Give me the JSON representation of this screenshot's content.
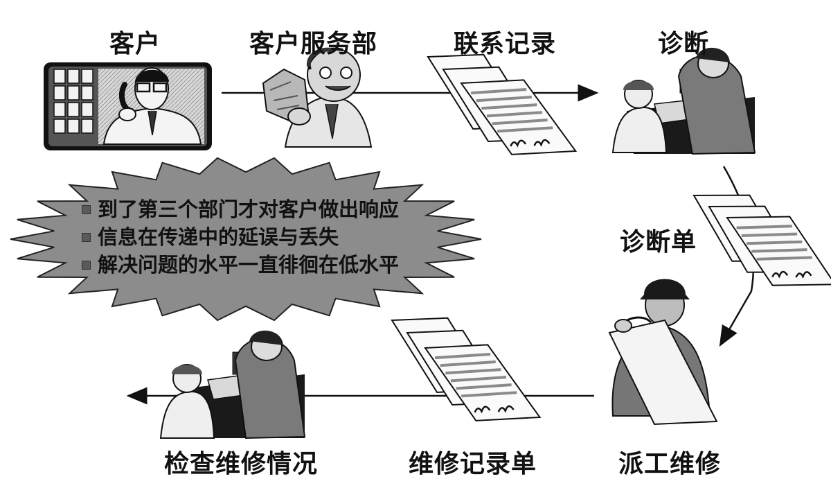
{
  "labels": {
    "customer": "客户",
    "service_dept": "客户服务部",
    "contact_record": "联系记录",
    "diagnosis": "诊断",
    "diagnosis_sheet": "诊断单",
    "dispatch_repair": "派工维修",
    "repair_record_sheet": "维修记录单",
    "check_repair": "检查维修情况"
  },
  "bullets": [
    "到了第三个部门才对客户做出响应",
    "信息在传递中的延误与丢失",
    "解决问题的水平一直徘徊在低水平"
  ],
  "icons": {
    "customer": "telephone-customer-icon",
    "service": "service-agent-icon",
    "document": "document-stack-icon",
    "meeting": "meeting-people-icon",
    "worker": "worker-blueprint-icon"
  }
}
